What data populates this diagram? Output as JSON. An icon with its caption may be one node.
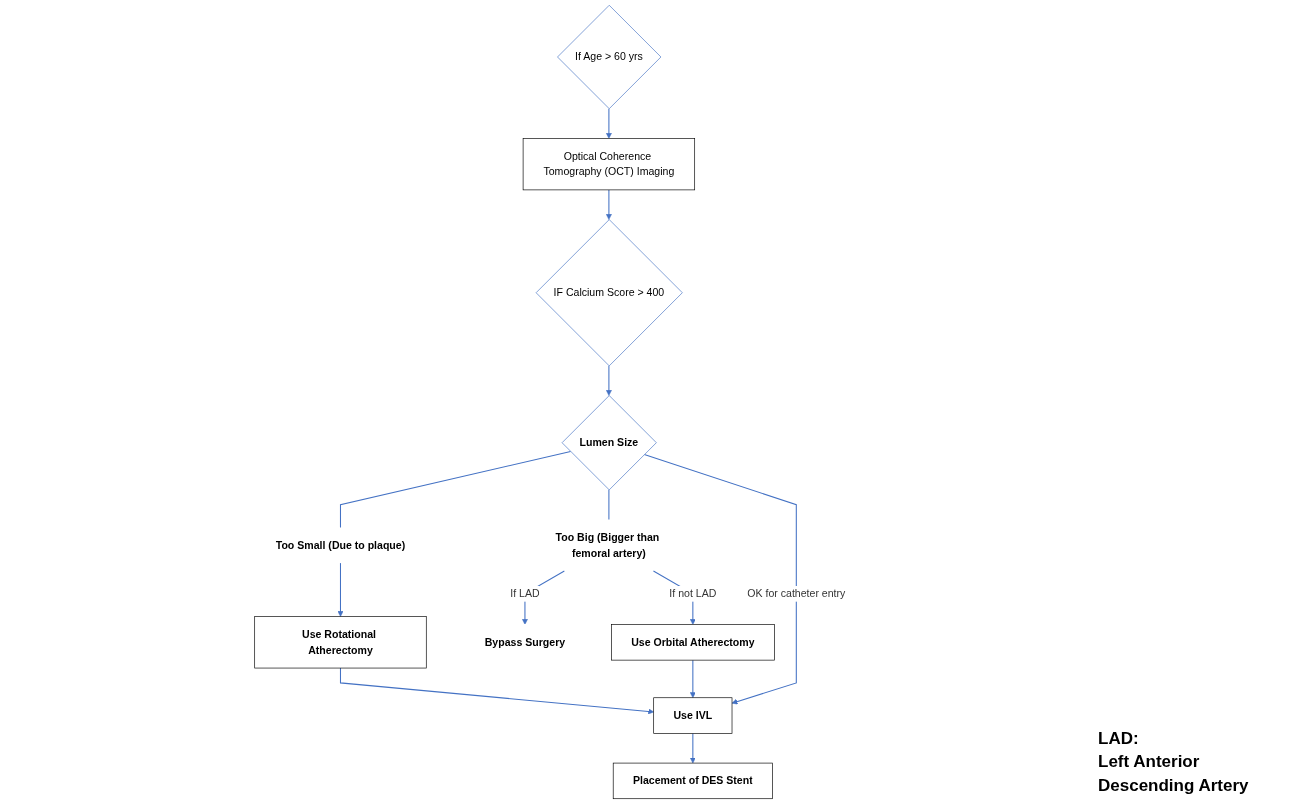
{
  "diagram": {
    "nodes": [
      {
        "text": [
          "If Age > 60 yrs"
        ]
      },
      {
        "text": [
          "Optical Coherence Tomography (OCT) Imaging"
        ]
      },
      {
        "text": [
          "IF Calcium Score > 400"
        ]
      },
      {
        "text": [
          "Lumen Size"
        ]
      },
      {
        "text": [
          "Too Small (Due to plaque)"
        ]
      },
      {
        "text": [
          "Too Big (Bigger than femoral artery)"
        ]
      },
      {
        "text": [
          "Bypass Surgery"
        ]
      },
      {
        "text": [
          "Use Rotational Atherectomy"
        ]
      },
      {
        "text": [
          "Use Orbital Atherectomy"
        ]
      },
      {
        "text": [
          "Use IVL"
        ]
      },
      {
        "text": [
          "Placement of DES Stent"
        ]
      }
    ],
    "edges": [
      {
        "from": 0,
        "to": 1,
        "arrow": "to"
      },
      {
        "from": 1,
        "to": 2,
        "arrow": "to"
      },
      {
        "from": 2,
        "to": 3,
        "arrow": "to"
      },
      {
        "from": 3,
        "to": 4,
        "arrow": "none"
      },
      {
        "from": 3,
        "to": 5,
        "arrow": "none"
      },
      {
        "from": 5,
        "to": 6,
        "arrow": "to",
        "label": "If LAD"
      },
      {
        "from": 4,
        "to": 7,
        "arrow": "to"
      },
      {
        "from": 3,
        "to": 9,
        "arrow": "to",
        "label": "OK for catheter entry"
      },
      {
        "from": 5,
        "to": 8,
        "arrow": "to",
        "label": "If not LAD"
      },
      {
        "from": 7,
        "to": 9,
        "arrow": "to"
      },
      {
        "from": 8,
        "to": 9,
        "arrow": "to"
      },
      {
        "from": 9,
        "to": 10,
        "arrow": "to"
      }
    ],
    "labels": [
      "LAD:",
      "Left Anterior Descending Artery"
    ]
  }
}
